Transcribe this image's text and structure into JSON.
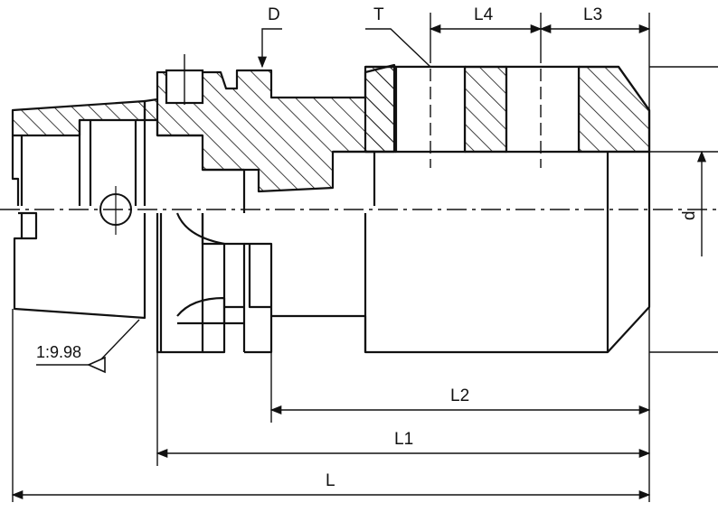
{
  "labels": {
    "d_top": "D",
    "t_top": "T",
    "l4": "L4",
    "l3": "L3",
    "d_side": "d",
    "taper_ratio": "1:9.98",
    "l2": "L2",
    "l1": "L1",
    "l": "L"
  },
  "colors": {
    "line": "#111111",
    "background": "#ffffff"
  }
}
